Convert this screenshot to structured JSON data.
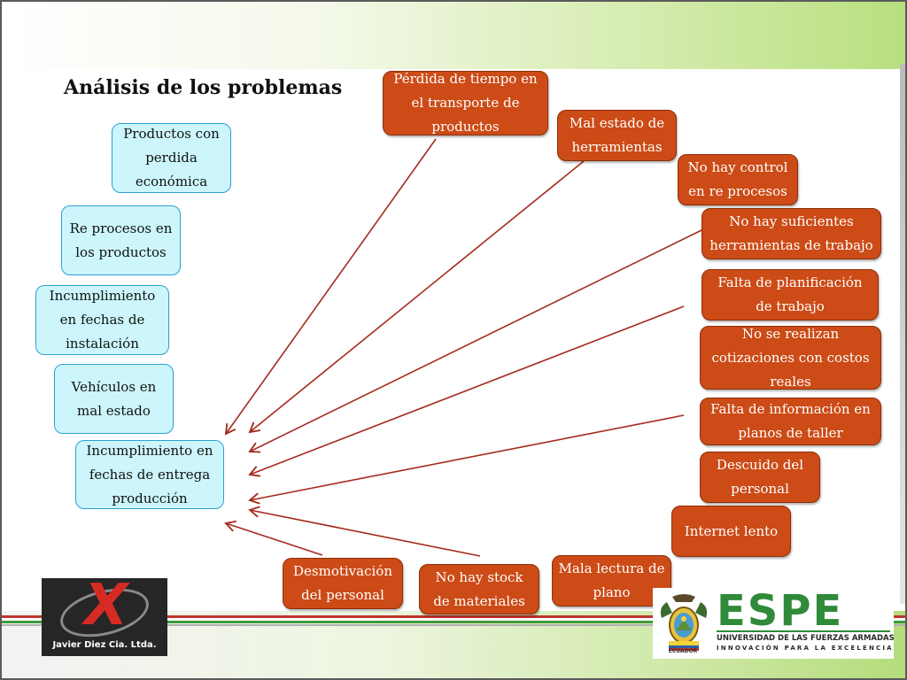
{
  "title": "Análisis de los problemas",
  "effect": "Incumplimiento en fechas de entrega producción",
  "consequences": [
    "Productos con perdida económica",
    "Re procesos en los productos",
    "Incumplimiento en fechas de instalación",
    "Vehículos en mal estado"
  ],
  "causes": [
    "Pérdida de tiempo en el transporte de productos",
    "Mal estado de herramientas",
    "No hay control en re procesos",
    "No hay suficientes herramientas de trabajo",
    "Falta de planificación de trabajo",
    "No se realizan cotizaciones con costos reales",
    "Falta de información en planos de taller",
    "Descuido del personal",
    "Internet lento",
    "Mala lectura de plano",
    "No hay stock de materiales",
    "Desmotivación del personal"
  ],
  "logos": {
    "company_caption": "Javier Diez Cia. Ltda.",
    "espe_name": "ESPE",
    "espe_university": "UNIVERSIDAD DE LAS FUERZAS ARMADAS",
    "espe_motto": "INNOVACIÓN PARA LA EXCELENCIA",
    "espe_emblem_label": "ECUADOR"
  },
  "colors": {
    "cause_box": "#cc4b16",
    "consequence_box": "#ccf6fb",
    "arrow": "#a52b1f",
    "espe_green": "#2f8a3a"
  }
}
